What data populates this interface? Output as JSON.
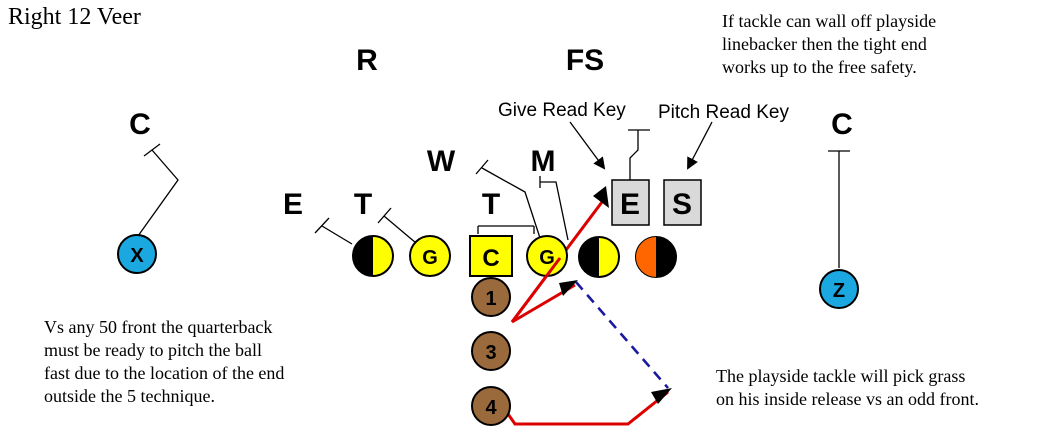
{
  "title": "Right 12 Veer",
  "notes": {
    "wall_off": [
      "If tackle can wall off playside",
      "linebacker then the tight end",
      "works up to the free safety."
    ],
    "fifty_front": [
      "Vs any 50 front the quarterback",
      "must be ready to pitch the ball",
      "fast due to the location of the end",
      "outside the 5 technique."
    ],
    "pick_grass": [
      "The playside tackle will pick grass",
      "on his inside release vs an odd front."
    ]
  },
  "callouts": {
    "give_read_key": "Give Read Key",
    "pitch_read_key": "Pitch Read Key"
  },
  "defense": {
    "corner_left": "C",
    "rover": "R",
    "free_safety": "FS",
    "corner_right": "C",
    "will": "W",
    "mike": "M",
    "end_left": "E",
    "tackle_left": "T",
    "nose_tackle": "T",
    "end_right": "E",
    "strong_right": "S"
  },
  "offense": {
    "split_end": "X",
    "left_guard": "G",
    "center": "C",
    "right_guard": "G",
    "flanker": "Z",
    "back_1": "1",
    "back_3": "3",
    "back_4": "4"
  },
  "colors": {
    "receiver": "#1ba8e0",
    "lineman": "#ffff00",
    "back": "#9b6a3c",
    "tight_end_accent": "#ff6600",
    "route": "#dd0000",
    "block": "#1a1aa0",
    "key_box": "#d9d9d9"
  }
}
